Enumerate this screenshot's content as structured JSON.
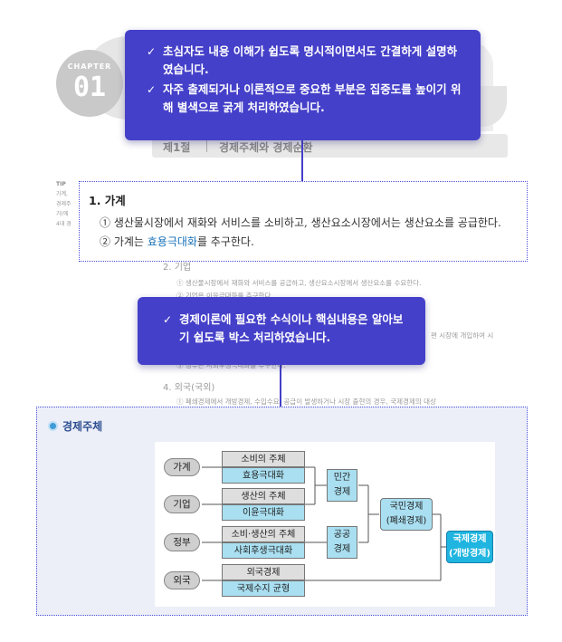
{
  "chapter": {
    "label": "CHAPTER",
    "number": "01"
  },
  "section": {
    "number": "제1절",
    "title": "경제주체와 경제순환"
  },
  "tip": {
    "title": "TIP",
    "lines": [
      "가계,",
      "경제주",
      "가(에",
      "4대 경"
    ]
  },
  "callouts": {
    "top": [
      "초심자도 내용 이해가 쉽도록 명시적이면서도 간결하게 설명하였습니다.",
      "자주 출제되거나 이론적으로 중요한 부분은 집중도를 높이기 위해 별색으로 굵게 처리하였습니다."
    ],
    "mid": [
      "경제이론에 필요한 수식이나 핵심내용은 알아보기 쉽도록 박스 처리하였습니다."
    ]
  },
  "text_box": {
    "title": "1.  가계",
    "line1": "①  생산물시장에서 재화와 서비스를 소비하고, 생산요소시장에서는 생산요소를 공급한다.",
    "line2_prefix": "②  가계는 ",
    "line2_highlight": "효용극대화",
    "line2_suffix": "를 추구한다."
  },
  "background_text": {
    "firm_head": "2. 기업",
    "firm_line1": "①  생산물시장에서 재화와 서비스를 공급하고, 생산요소시장에서 생산요소를 수요한다.",
    "firm_line2": "②  기업은 이윤극대화를 추구한다.",
    "gov_fragment": "편 시장에 개입하여 시",
    "gov_line": "③  정부는 사회후생극대화를 추구한다.",
    "foreign_head": "4. 외국(국외)",
    "foreign_line": "①  폐쇄경제에서 개방경제, 수입수요, 공급이 발생하거나 시장 출현의 경우, 국제경제의 대상"
  },
  "diagram": {
    "title": "경제주체",
    "agents": [
      "가계",
      "기업",
      "정부",
      "외국"
    ],
    "rows": [
      {
        "top": "소비의 주체",
        "bottom": "효용극대화"
      },
      {
        "top": "생산의 주체",
        "bottom": "이윤극대화"
      },
      {
        "top": "소비·생산의 주체",
        "bottom": "사회후생극대화"
      },
      {
        "top": "외국경제",
        "bottom": "국제수지 균형"
      }
    ],
    "private": {
      "line1": "민간",
      "line2": "경제"
    },
    "public": {
      "line1": "공공",
      "line2": "경제"
    },
    "national": {
      "line1": "국민경제",
      "line2": "(폐쇄경제)"
    },
    "international": {
      "line1": "국제경제",
      "line2": "(개방경제)"
    }
  },
  "colors": {
    "callout": "#4540c9",
    "box_border": "#4d4fd6",
    "highlight": "#1670b8",
    "cell_blue": "#a9dff1",
    "intl": "#1fb5e0"
  }
}
